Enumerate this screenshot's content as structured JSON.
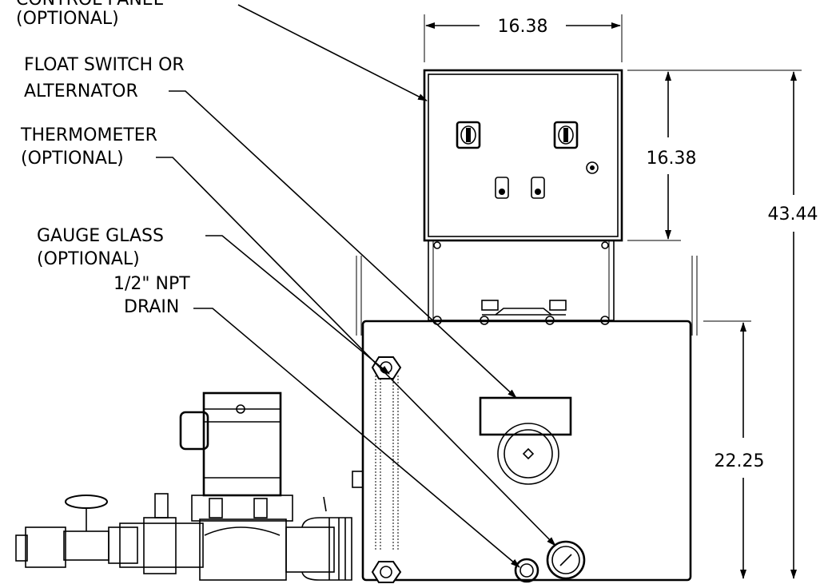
{
  "callouts": {
    "control_panel_line1": "CONTROL PANEL",
    "control_panel_line2": "(OPTIONAL)",
    "float_switch_line1": "FLOAT SWITCH OR",
    "float_switch_line2": "ALTERNATOR",
    "thermometer_line1": "THERMOMETER",
    "thermometer_line2": "(OPTIONAL)",
    "gauge_glass_line1": "GAUGE GLASS",
    "gauge_glass_line2": "(OPTIONAL)",
    "drain_line1": "1/2\" NPT",
    "drain_line2": "DRAIN"
  },
  "dimensions": {
    "panel_width": "16.38",
    "panel_height": "16.38",
    "overall_height": "43.44",
    "tank_height": "22.25"
  }
}
